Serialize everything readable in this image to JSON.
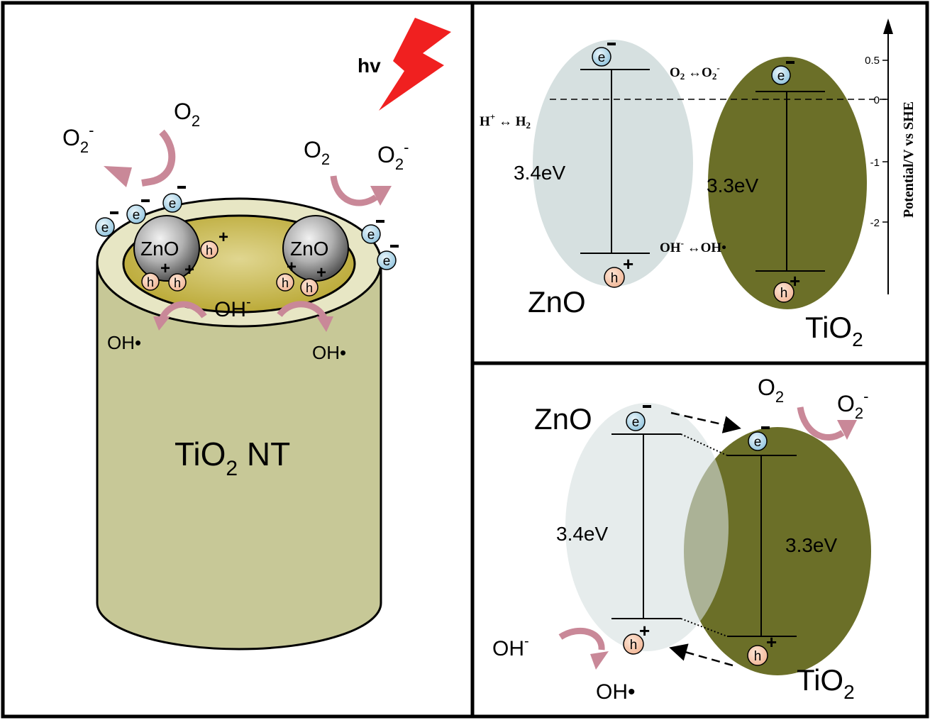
{
  "panel_left": {
    "light_label": "hv",
    "tube_label_main": "TiO",
    "tube_label_sub": "2",
    "tube_label_tail": " NT",
    "particle_label": "ZnO",
    "electron_symbol": "e",
    "hole_symbol": "h",
    "o2_main": "O",
    "o2_sub": "2",
    "o2_minus_sup": "-",
    "oh_minus_main": "OH",
    "oh_minus_sup": "-",
    "oh_radical": "OH•",
    "minus": "-",
    "plus": "+"
  },
  "panel_top_right": {
    "zno_label": "ZnO",
    "tio2_main": "TiO",
    "tio2_sub": "2",
    "zno_gap": "3.4eV",
    "tio2_gap": "3.3eV",
    "h_couple_a": "H",
    "h_couple_sup": "+",
    "h_couple_b": " ↔ H",
    "h_couple_sub": "2",
    "o2_couple_a": "O",
    "o2_couple_sub": "2",
    "o2_couple_b": " ↔O",
    "o2_couple_sub2": "2",
    "o2_couple_sup": "-",
    "oh_couple_a": "OH",
    "oh_couple_sup": "-",
    "oh_couple_b": " ↔OH•",
    "axis_label": "Potential/V  vs  SHE",
    "ticks": [
      "0.5",
      "0",
      "-1",
      "-2"
    ],
    "colors": {
      "zno_fill": "#d6e0e0",
      "tio2_fill": "#6b6f28"
    }
  },
  "panel_bottom_right": {
    "zno_label": "ZnO",
    "tio2_main": "TiO",
    "tio2_sub": "2",
    "zno_gap": "3.4eV",
    "tio2_gap": "3.3eV",
    "o2_main": "O",
    "o2_sub": "2",
    "o2_minus_sup": "-",
    "oh_minus_main": "OH",
    "oh_minus_sup": "-",
    "oh_radical": "OH•"
  }
}
